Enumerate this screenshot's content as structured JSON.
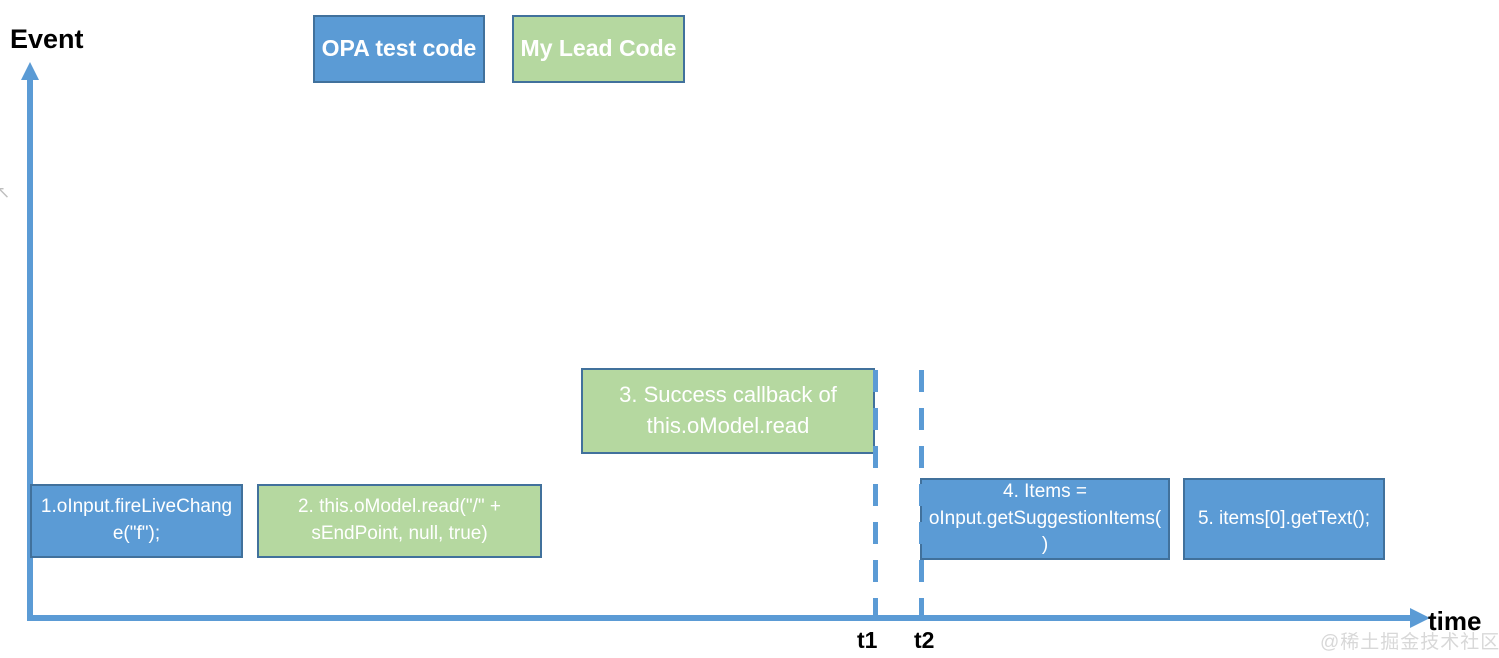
{
  "axes": {
    "y_title": "Event",
    "x_title": "time",
    "ticks": [
      {
        "id": "t1",
        "label": "t1"
      },
      {
        "id": "t2",
        "label": "t2"
      }
    ]
  },
  "legend": {
    "items": [
      {
        "label": "OPA test code",
        "color": "#5B9BD5",
        "border": "#41719C",
        "kind": "blue"
      },
      {
        "label": "My Lead Code",
        "color": "#B5D8A0",
        "border": "#41719C",
        "kind": "green"
      }
    ]
  },
  "timeline": {
    "events": [
      {
        "order": "1",
        "label": "1.oInput.fireLiveChange(\"f\");",
        "owner": "OPA test code",
        "color": "#5B9BD5"
      },
      {
        "order": "2",
        "label": "2. this.oModel.read(\"/\" + sEndPoint, null, true)",
        "owner": "My Lead Code",
        "color": "#B5D8A0"
      },
      {
        "order": "3",
        "label": "3. Success callback of this.oModel.read",
        "owner": "My Lead Code",
        "color": "#B5D8A0"
      },
      {
        "order": "4",
        "label": "4. Items = oInput.getSuggestionItems()",
        "owner": "OPA test code",
        "color": "#5B9BD5"
      },
      {
        "order": "5",
        "label": "5. items[0].getText();",
        "owner": "OPA test code",
        "color": "#5B9BD5"
      }
    ]
  },
  "watermark": {
    "text": "@稀土掘金技术社区"
  },
  "cursor": {
    "glyph": "↖"
  },
  "colors": {
    "accent": "#5B9BD5",
    "box_border": "#41719C",
    "green_fill": "#B5D8A0",
    "text_on_box": "#FFFFFF",
    "axis_text": "#000000"
  }
}
